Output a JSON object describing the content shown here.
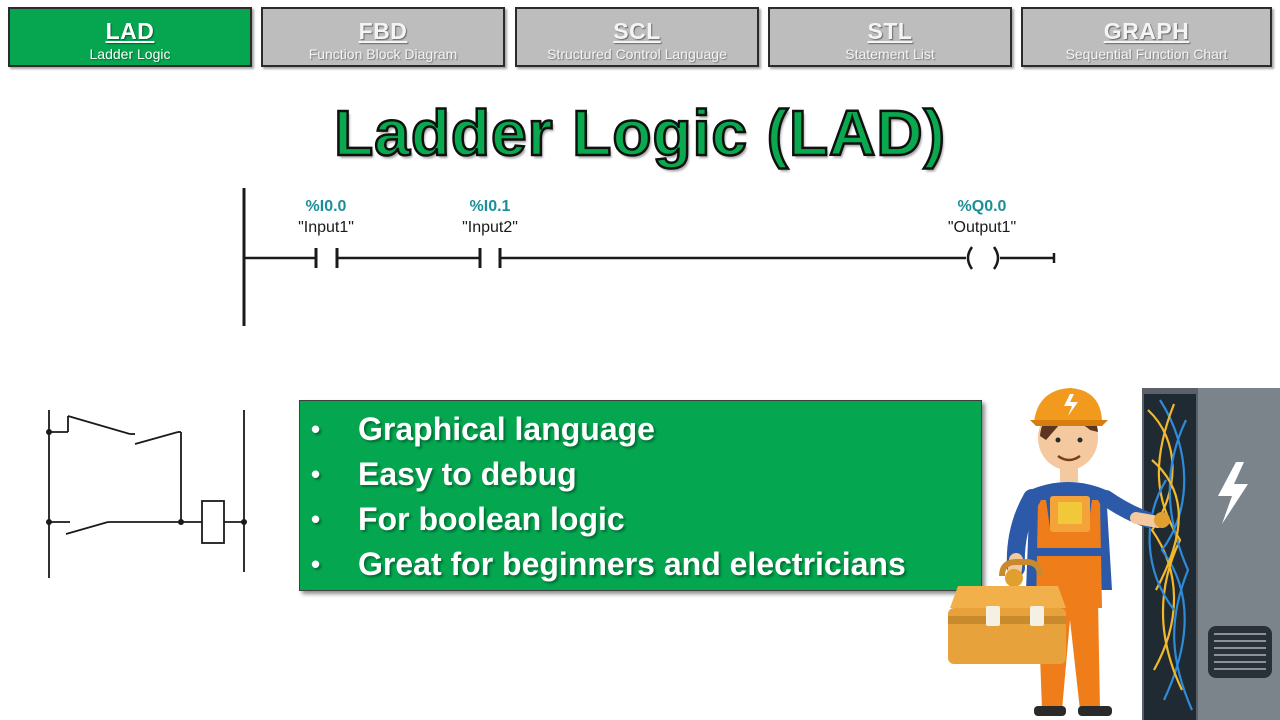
{
  "tabs": [
    {
      "label": "LAD",
      "subtitle": "Ladder Logic",
      "active": true
    },
    {
      "label": "FBD",
      "subtitle": "Function Block Diagram",
      "active": false
    },
    {
      "label": "SCL",
      "subtitle": "Structured Control Language",
      "active": false
    },
    {
      "label": "STL",
      "subtitle": "Statement List",
      "active": false
    },
    {
      "label": "GRAPH",
      "subtitle": "Sequential Function Chart",
      "active": false
    }
  ],
  "title": "Ladder Logic (LAD)",
  "ladder": {
    "contacts": [
      {
        "address": "%I0.0",
        "tag": "\"Input1\""
      },
      {
        "address": "%I0.1",
        "tag": "\"Input2\""
      }
    ],
    "coil": {
      "address": "%Q0.0",
      "tag": "\"Output1\""
    }
  },
  "bullets": [
    "Graphical language",
    "Easy to debug",
    "For boolean logic",
    "Great for beginners and electricians"
  ],
  "colors": {
    "active_tab": "#05a64f",
    "inactive_tab": "#bdbdbd",
    "title_green": "#0aa84f",
    "address_teal": "#1b8f98",
    "bullet_box": "#04a64f"
  },
  "icons": {
    "illustration": "electrician-at-panel-icon",
    "panel_symbol": "lightning-bolt-icon",
    "toolbox": "toolbox-icon"
  }
}
